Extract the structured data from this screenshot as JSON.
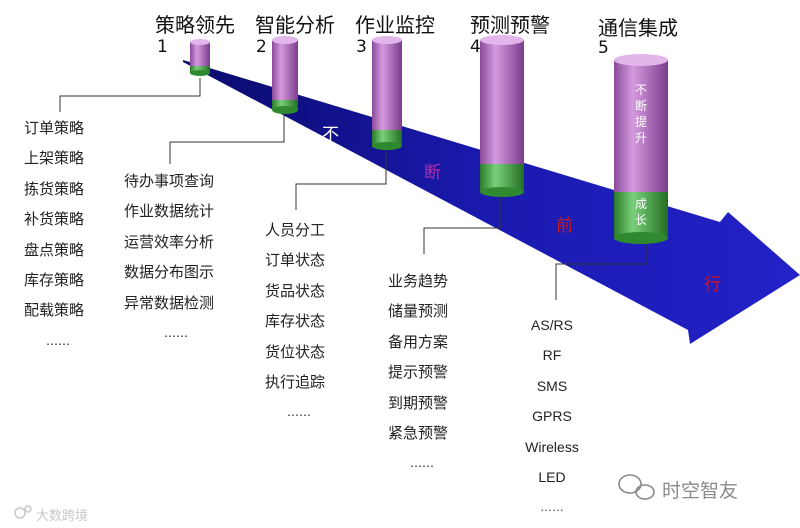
{
  "stages": [
    {
      "title": "策略领先",
      "number": "1",
      "items": [
        "订单策略",
        "上架策略",
        "拣货策略",
        "补货策略",
        "盘点策略",
        "库存策略",
        "配载策略",
        "……"
      ]
    },
    {
      "title": "智能分析",
      "number": "2",
      "items": [
        "待办事项查询",
        "作业数据统计",
        "运营效率分析",
        "数据分布图示",
        "异常数据检测",
        "……"
      ]
    },
    {
      "title": "作业监控",
      "number": "3",
      "items": [
        "人员分工",
        "订单状态",
        "货品状态",
        "库存状态",
        "货位状态",
        "执行追踪",
        "……"
      ]
    },
    {
      "title": "预测预警",
      "number": "4",
      "items": [
        "业务趋势",
        "储量预测",
        "备用方案",
        "提示预警",
        "到期预警",
        "紧急预警",
        "……"
      ]
    },
    {
      "title": "通信集成",
      "number": "5",
      "items": [
        "AS/RS",
        "RF",
        "SMS",
        "GPRS",
        "Wireless",
        "LED",
        "……"
      ]
    }
  ],
  "arrow_text": [
    "不",
    "断",
    "前",
    "行"
  ],
  "cylinder_labels": {
    "top": "不断提升",
    "bottom": "成长"
  },
  "watermark_left": "大数跨境",
  "watermark_right": "时空智友",
  "colors": {
    "arrow": "#1a1aa8",
    "cylinder_purple": "#b06cc0",
    "cylinder_green": "#3fa03c",
    "arrow_text_white": "#ffffff",
    "arrow_text_purple": "#8a2a8a",
    "arrow_text_red": "#cc1111"
  }
}
